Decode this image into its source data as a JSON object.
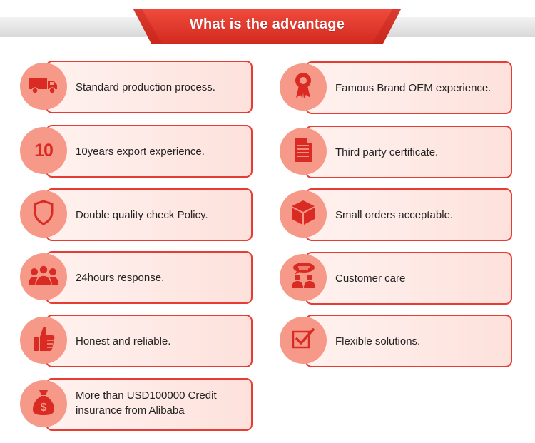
{
  "header": {
    "title": "What is the advantage"
  },
  "colors": {
    "accent": "#e73c33",
    "icon_circle": "#f79988",
    "icon": "#d92b23"
  },
  "left": [
    {
      "label": "Standard production process.",
      "icon": "truck-icon"
    },
    {
      "label": "10years export experience.",
      "icon": "number-10-icon",
      "icon_text": "10"
    },
    {
      "label": "Double quality check Policy.",
      "icon": "shield-icon"
    },
    {
      "label": "24hours response.",
      "icon": "team-icon"
    },
    {
      "label": "Honest and reliable.",
      "icon": "thumbs-up-icon"
    },
    {
      "label_line1": "More than USD100000 Credit",
      "label_line2": "insurance from Alibaba",
      "icon": "money-bag-icon"
    }
  ],
  "right": [
    {
      "label": "Famous Brand OEM experience.",
      "icon": "award-ribbon-icon"
    },
    {
      "label": "Third party certificate.",
      "icon": "certificate-document-icon"
    },
    {
      "label": "Small orders acceptable.",
      "icon": "box-icon"
    },
    {
      "label": "Customer care",
      "icon": "customer-care-icon"
    },
    {
      "label": "Flexible solutions.",
      "icon": "checkbox-icon"
    }
  ]
}
